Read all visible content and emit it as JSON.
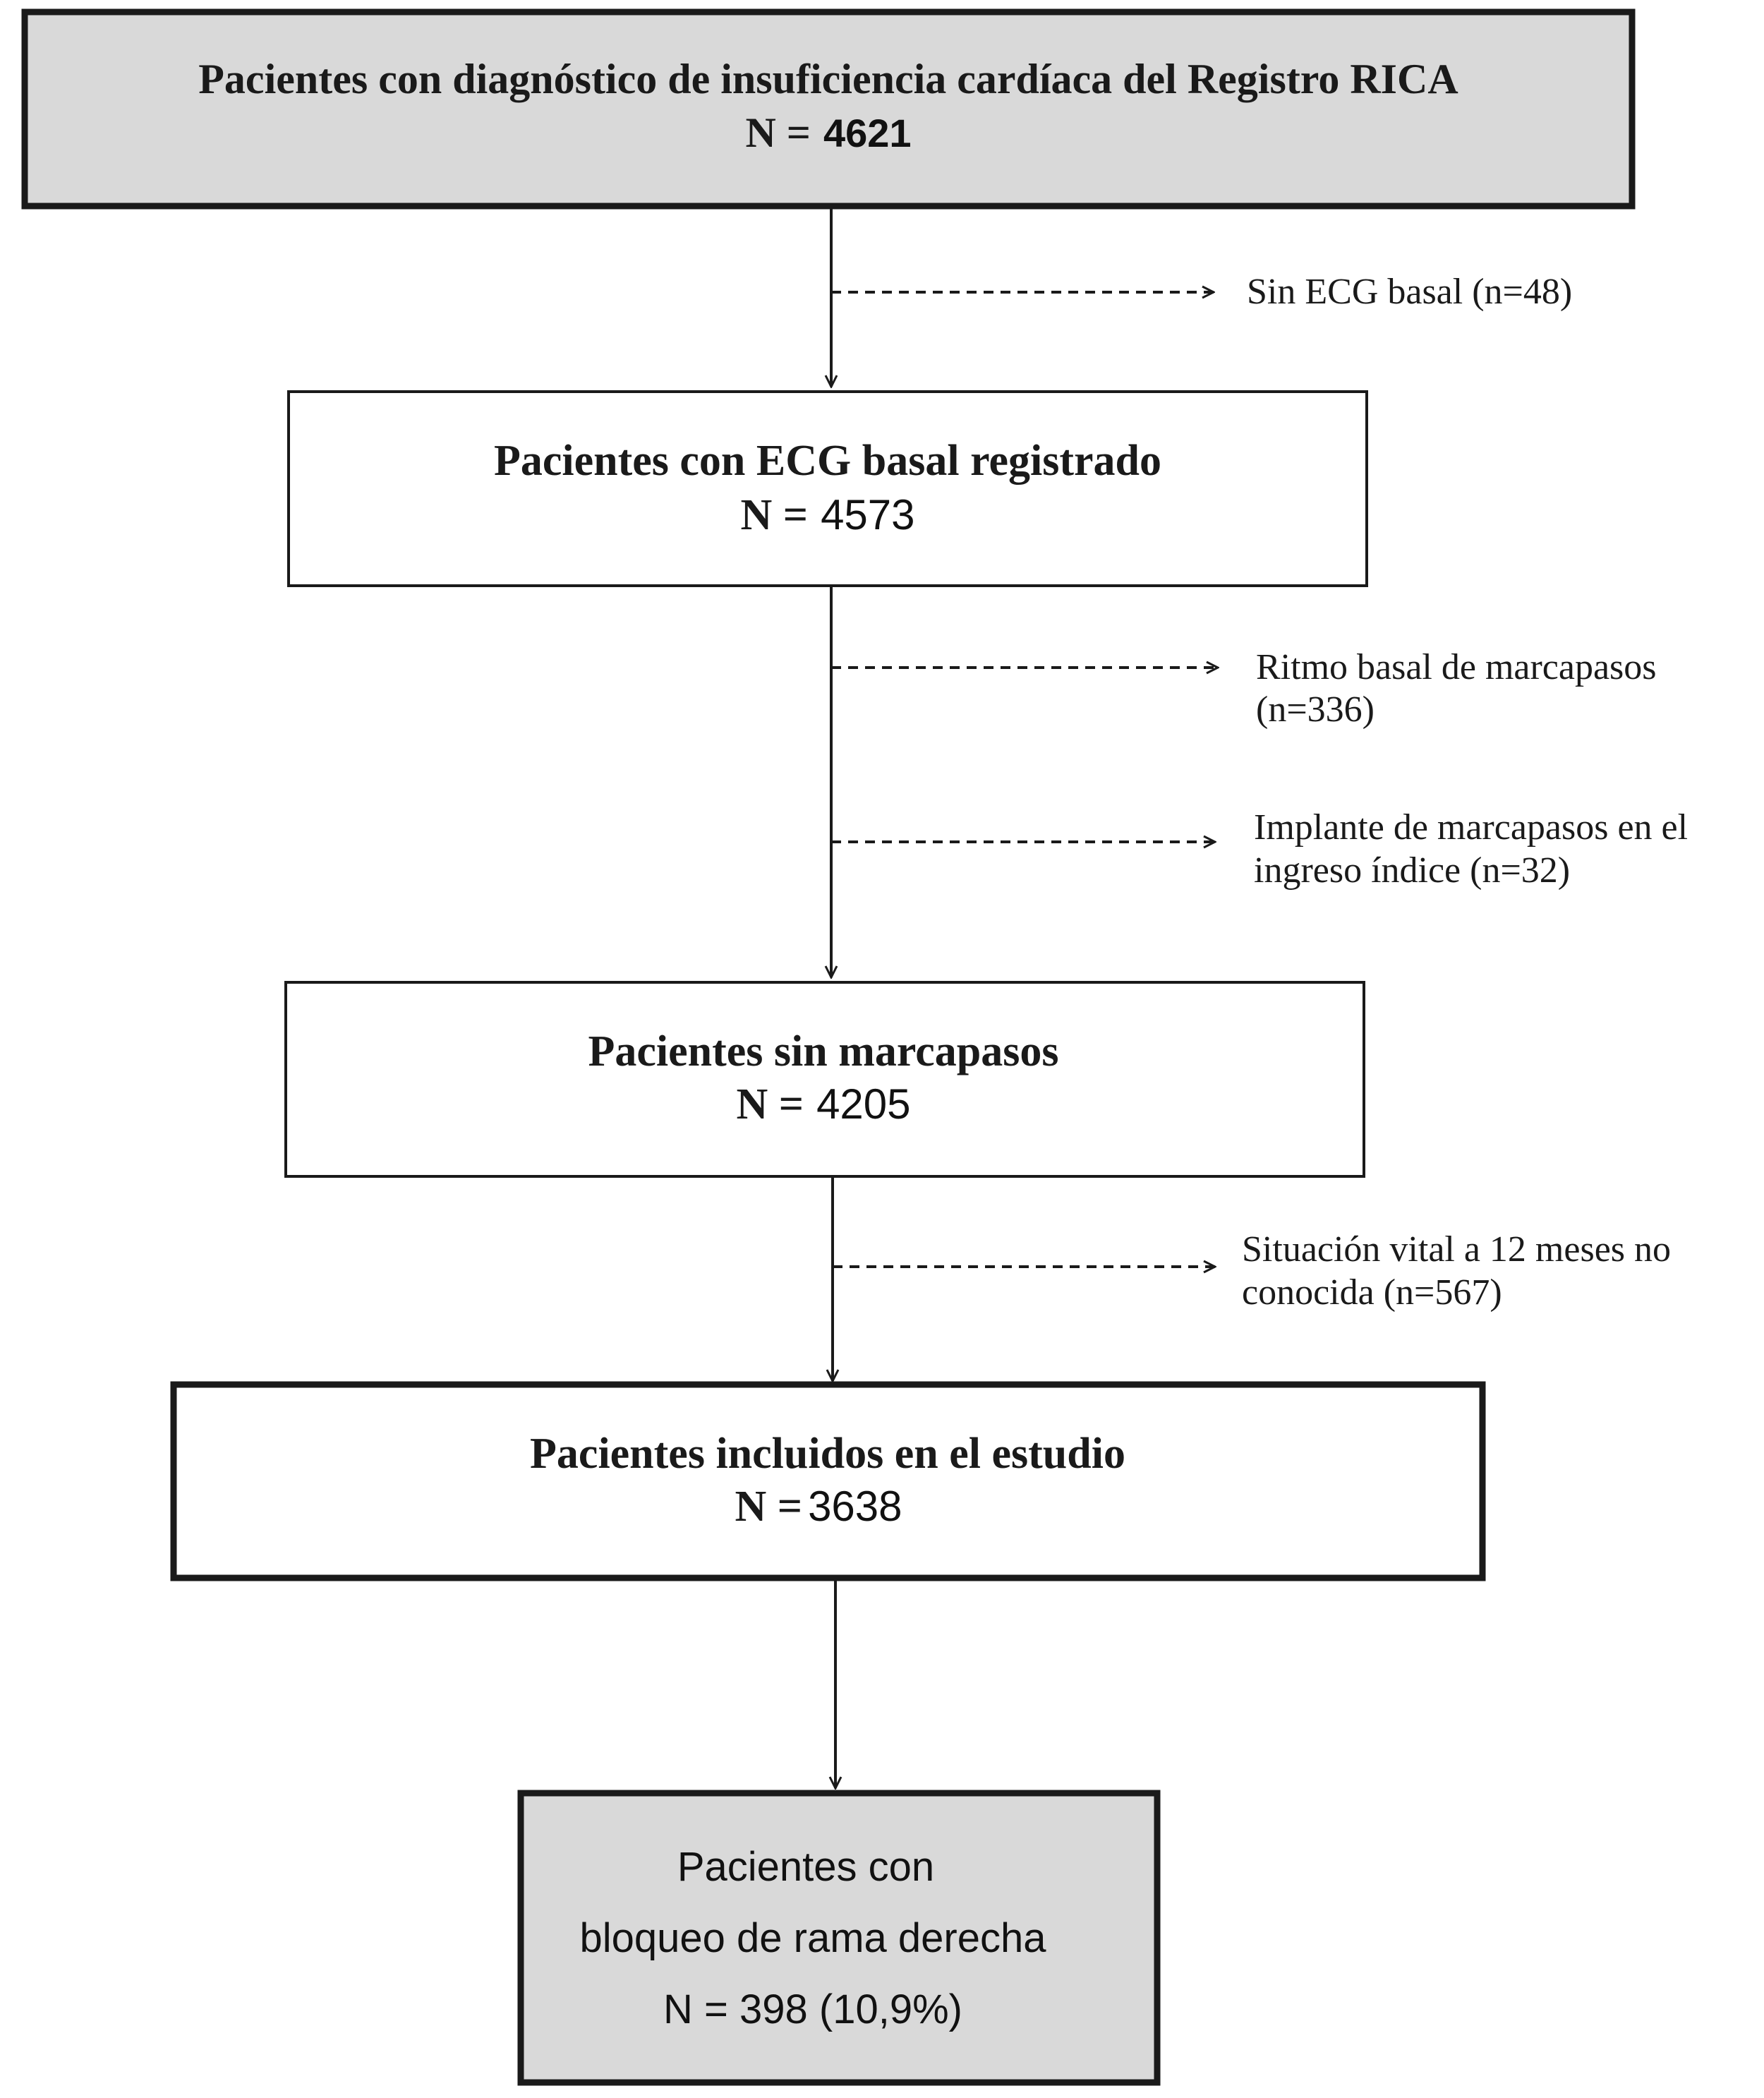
{
  "colors": {
    "box_fill_grey": "#d9d9d9",
    "box_fill_white": "#ffffff",
    "stroke": "#1a1a1a"
  },
  "boxes": {
    "total": {
      "title": "Pacientes con diagnóstico de insuficiencia cardíaca del Registro RICA",
      "n_prefix": "N =",
      "n_value": "4621"
    },
    "ecg": {
      "title": "Pacientes con ECG basal registrado",
      "n_prefix": "N =",
      "n_value": "4573"
    },
    "no_pacemaker": {
      "title": "Pacientes sin marcapasos",
      "n_prefix": "N =",
      "n_value": "4205"
    },
    "included": {
      "title": "Pacientes incluidos en el estudio",
      "n_prefix": "N =",
      "n_value": "3638"
    },
    "rbbb": {
      "line1": "Pacientes con",
      "line2": "bloqueo de rama derecha",
      "line3": "N = 398 (10,9%)"
    }
  },
  "exclusions": {
    "no_ecg": {
      "line1": "Sin ECG basal (n=48)"
    },
    "paced_rhythm": {
      "line1": "Ritmo basal de marcapasos",
      "line2": "(n=336)"
    },
    "implant": {
      "line1": "Implante de marcapasos en el",
      "line2": "ingreso índice (n=32)"
    },
    "unknown_status": {
      "line1": "Situación vital a 12 meses no",
      "line2": "conocida (n=567)"
    }
  }
}
